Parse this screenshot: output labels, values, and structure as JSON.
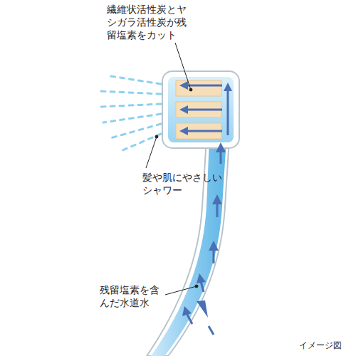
{
  "diagram": {
    "labels": [
      "繊維状活性炭とヤシガラ活性炭が残留塩素をカット",
      "髪や肌にやさしいシャワー",
      "残留塩素を含んだ水道水",
      "イメージ図"
    ]
  }
}
